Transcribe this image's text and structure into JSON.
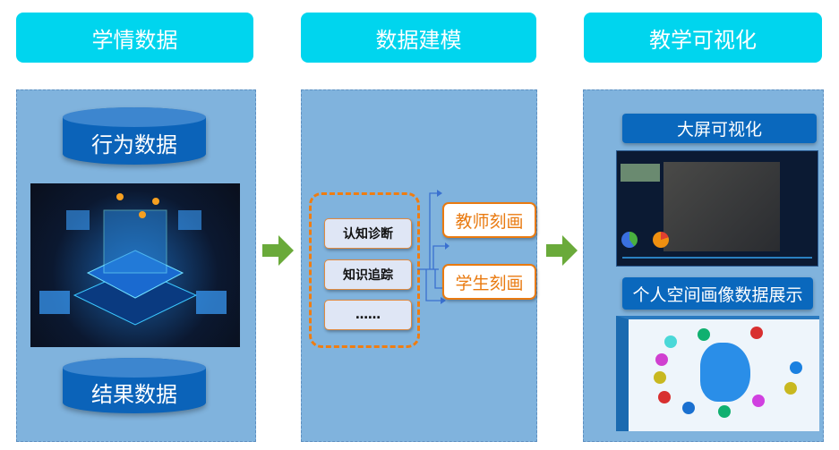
{
  "headers": [
    "学情数据",
    "数据建模",
    "教学可视化"
  ],
  "left": {
    "top_cylinder": "行为数据",
    "bottom_cylinder": "结果数据"
  },
  "middle": {
    "items": [
      "认知诊断",
      "知识追踪",
      "……"
    ],
    "profiles": [
      "教师刻画",
      "学生刻画"
    ]
  },
  "right": {
    "big_screen": "大屏可视化",
    "personal": "个人空间画像数据展示"
  },
  "colors": {
    "header": "#00d5ee",
    "panel": "#80b3dd",
    "accent": "#e97a10",
    "arrow": "#6aaa3a"
  }
}
